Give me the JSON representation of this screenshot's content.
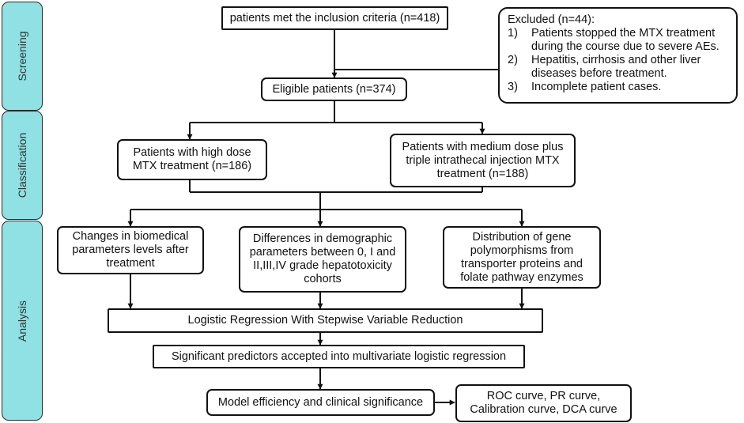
{
  "stages": {
    "screening": "Screening",
    "classification": "Classification",
    "analysis": "Analysis"
  },
  "boxes": {
    "inclusion": "patients met the inclusion criteria (n=418)",
    "eligible": "Eligible patients (n=374)",
    "high_dose": "Patients with high dose MTX treatment (n=186)",
    "medium_dose": "Patients with medium dose plus triple intrathecal injection MTX treatment (n=188)",
    "biomedical": "Changes in biomedical parameters levels after treatment",
    "demographic": "Differences in demographic parameters between 0, I and II,III,IV grade hepatotoxicity cohorts",
    "gene": "Distribution of gene polymorphisms from transporter proteins and folate pathway enzymes",
    "logistic": "Logistic Regression With Stepwise Variable Reduction",
    "significant": "Significant predictors accepted into multivariate logistic regression",
    "model": "Model efficiency and clinical significance",
    "curves": "ROC curve, PR curve, Calibration curve, DCA curve"
  },
  "excluded": {
    "title": "Excluded (n=44):",
    "items": [
      {
        "num": "1)",
        "text": "Patients stopped the MTX treatment during the course due to severe AEs."
      },
      {
        "num": "2)",
        "text": "Hepatitis, cirrhosis and other liver diseases before treatment."
      },
      {
        "num": "3)",
        "text": "Incomplete patient cases."
      }
    ]
  }
}
